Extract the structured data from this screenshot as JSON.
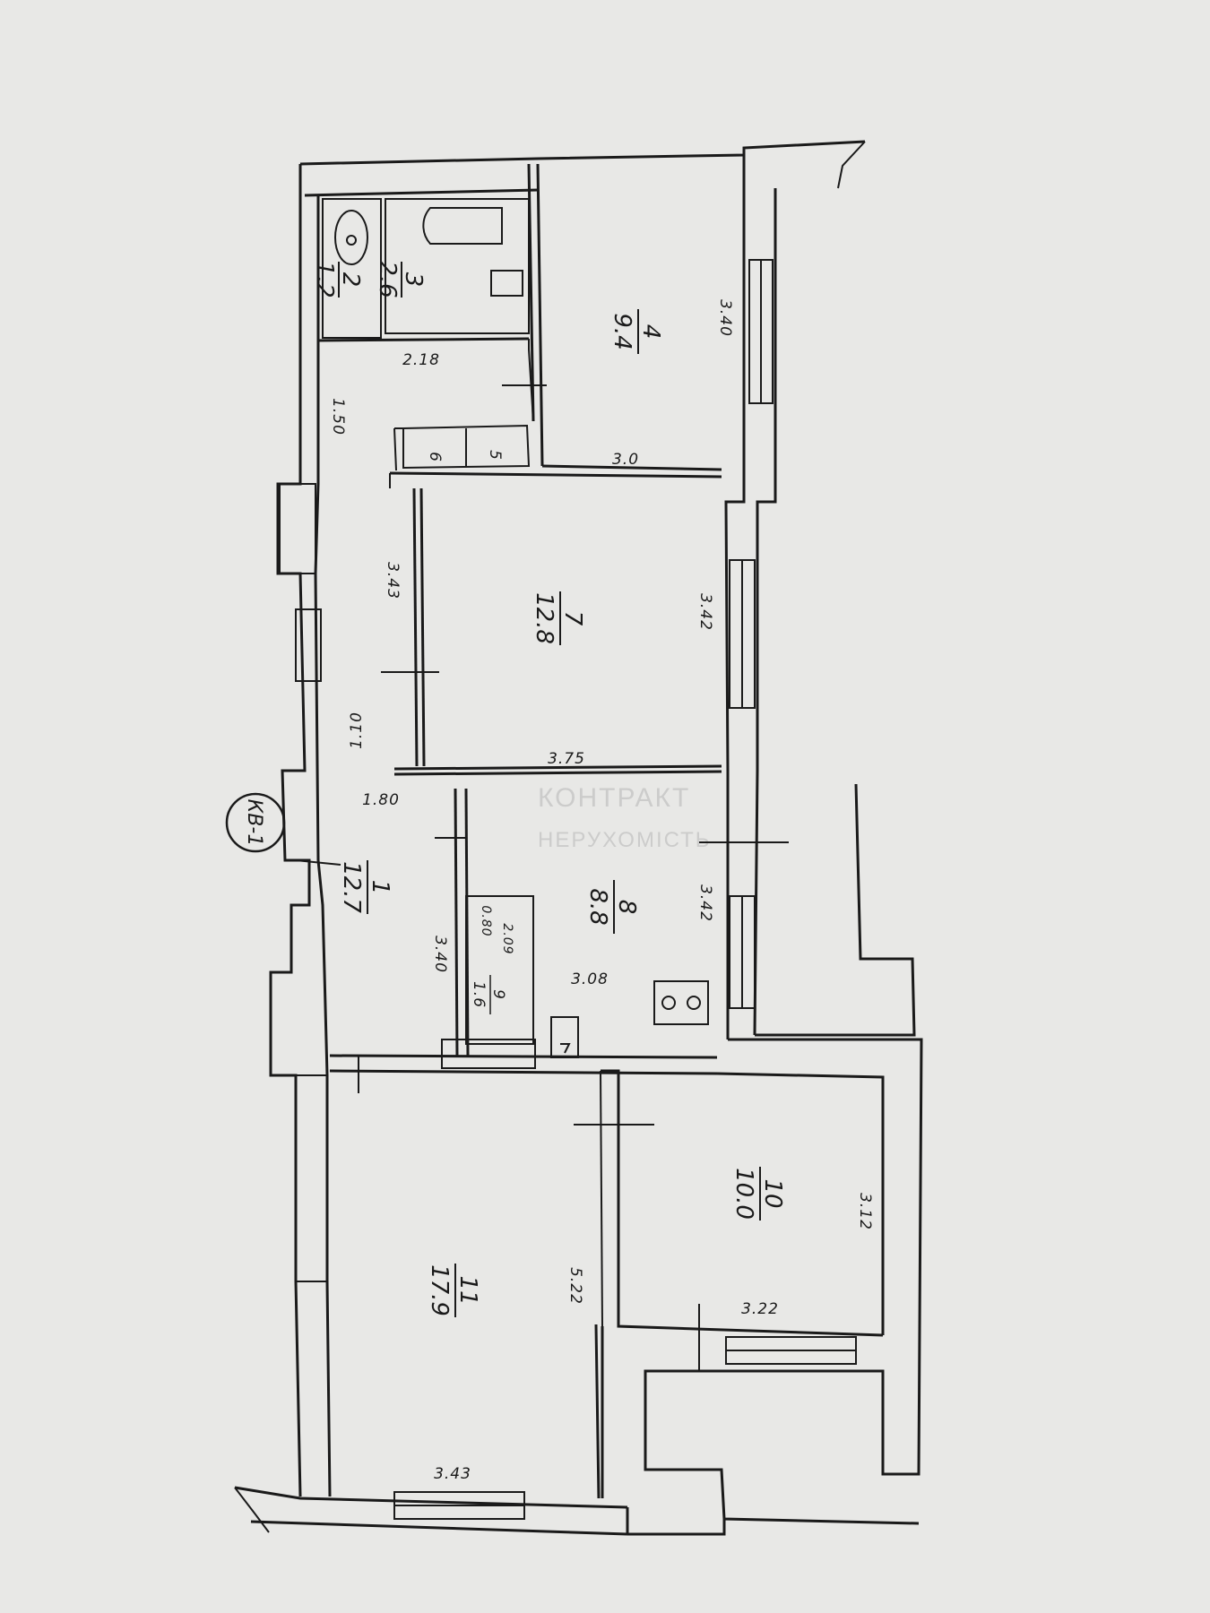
{
  "rooms": [
    {
      "id": "1",
      "number": "1",
      "area": "12.7"
    },
    {
      "id": "2",
      "number": "2",
      "area": "1.2"
    },
    {
      "id": "3",
      "number": "3",
      "area": "2.6"
    },
    {
      "id": "4",
      "number": "4",
      "area": "9.4"
    },
    {
      "id": "5",
      "number": "5",
      "area": ""
    },
    {
      "id": "6",
      "number": "6",
      "area": ""
    },
    {
      "id": "7",
      "number": "7",
      "area": "12.8"
    },
    {
      "id": "8",
      "number": "8",
      "area": "8.8"
    },
    {
      "id": "9",
      "number": "9",
      "area": "1.6"
    },
    {
      "id": "10",
      "number": "10",
      "area": "10.0"
    },
    {
      "id": "11",
      "number": "11",
      "area": "17.9"
    }
  ],
  "dimensions": {
    "d_1_50": "1.50",
    "d_2_18": "2.18",
    "d_3_40_r4": "3.40",
    "d_3_0": "3.0",
    "d_3_43_r7": "3.43",
    "d_3_42_r7": "3.42",
    "d_1_10": "1.10",
    "d_3_75": "3.75",
    "d_1_80": "1.80",
    "d_3_42_r8": "3.42",
    "d_0_80": "0.80",
    "d_2_09": "2.09",
    "d_3_40_r1": "3.40",
    "d_3_08": "3.08",
    "d_3_12": "3.12",
    "d_5_22": "5.22",
    "d_3_22": "3.22",
    "d_3_43_r11": "3.43"
  },
  "stamp": {
    "text": "КВ-1"
  },
  "watermark": {
    "line1": "КОНТРАКТ",
    "line2": "НЕРУХОМІСТЬ"
  },
  "colors": {
    "paper": "#e8e8e6",
    "ink": "#1a1a1a",
    "watermark": "#c9c9c9"
  }
}
